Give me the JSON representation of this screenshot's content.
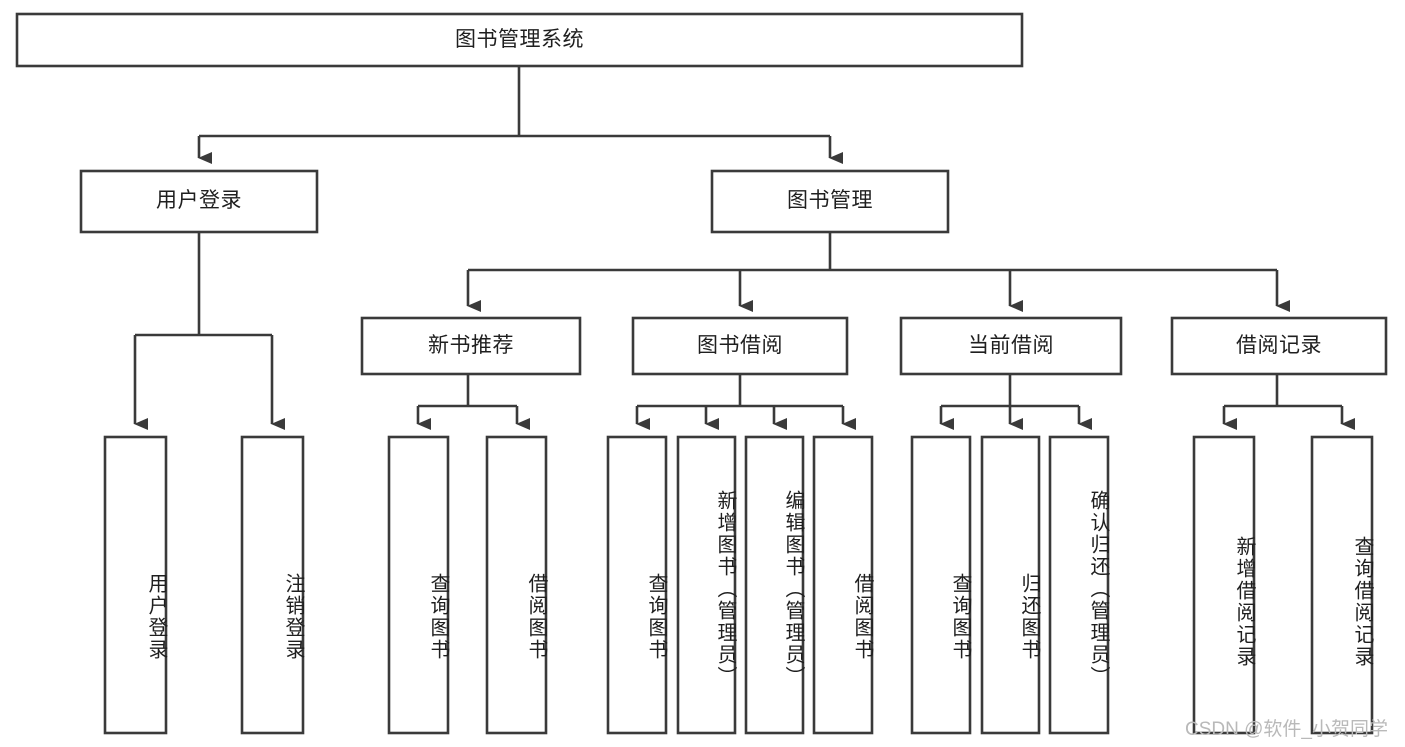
{
  "diagram": {
    "title": "图书管理系统",
    "type": "hierarchy-tree",
    "root": {
      "id": "root",
      "label": "图书管理系统"
    },
    "level1": [
      {
        "id": "user-login",
        "label": "用户登录"
      },
      {
        "id": "book-management",
        "label": "图书管理"
      }
    ],
    "level2": [
      {
        "id": "new-book-recommend",
        "label": "新书推荐",
        "parent": "book-management"
      },
      {
        "id": "book-borrow",
        "label": "图书借阅",
        "parent": "book-management"
      },
      {
        "id": "current-borrow",
        "label": "当前借阅",
        "parent": "book-management"
      },
      {
        "id": "borrow-record",
        "label": "借阅记录",
        "parent": "book-management"
      }
    ],
    "leaves": {
      "user-login": [
        {
          "id": "leaf-user-login",
          "label": "用户登录"
        },
        {
          "id": "leaf-logout",
          "label": "注销登录"
        }
      ],
      "new-book-recommend": [
        {
          "id": "leaf-query-book-1",
          "label": "查询图书"
        },
        {
          "id": "leaf-borrow-book-1",
          "label": "借阅图书"
        }
      ],
      "book-borrow": [
        {
          "id": "leaf-query-book-2",
          "label": "查询图书"
        },
        {
          "id": "leaf-add-book",
          "label": "新增图书（管理员）"
        },
        {
          "id": "leaf-edit-book",
          "label": "编辑图书（管理员）"
        },
        {
          "id": "leaf-borrow-book-2",
          "label": "借阅图书"
        }
      ],
      "current-borrow": [
        {
          "id": "leaf-query-book-3",
          "label": "查询图书"
        },
        {
          "id": "leaf-return-book",
          "label": "归还图书"
        },
        {
          "id": "leaf-confirm-return",
          "label": "确认归还（管理员）"
        }
      ],
      "borrow-record": [
        {
          "id": "leaf-add-record",
          "label": "新增借阅记录"
        },
        {
          "id": "leaf-query-record",
          "label": "查询借阅记录"
        }
      ]
    }
  },
  "watermark": {
    "text": "CSDN @软件_小贺同学"
  },
  "colors": {
    "stroke": "#3a3a3a",
    "fill": "#ffffff",
    "text": "#1f1f1f",
    "watermark": "#b9b9b9"
  }
}
